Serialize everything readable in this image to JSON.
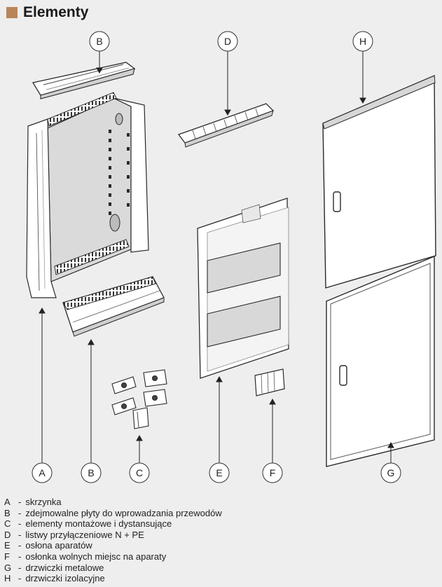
{
  "title": "Elementy",
  "colors": {
    "accent": "#b9865a",
    "background": "#eeeeee",
    "part_fill": "#ffffff",
    "part_shadow": "#d6d6d6",
    "line": "#2a2a2a"
  },
  "callouts": {
    "A": "A",
    "B_top": "B",
    "B_bottom": "B",
    "C": "C",
    "D": "D",
    "E": "E",
    "F": "F",
    "G": "G",
    "H": "H"
  },
  "legend": [
    {
      "key": "A",
      "dash": "-",
      "text": "skrzynka"
    },
    {
      "key": "B",
      "dash": "-",
      "text": "zdejmowalne płyty do wprowadzania przewodów"
    },
    {
      "key": "C",
      "dash": "-",
      "text": "elementy montażowe i dystansujące"
    },
    {
      "key": "D",
      "dash": "-",
      "text": "listwy przyłączeniowe N + PE"
    },
    {
      "key": "E",
      "dash": "-",
      "text": "osłona aparatów"
    },
    {
      "key": "F",
      "dash": "-",
      "text": "osłonka wolnych miejsc na aparaty"
    },
    {
      "key": "G",
      "dash": "-",
      "text": "drzwiczki metalowe"
    },
    {
      "key": "H",
      "dash": "-",
      "text": "drzwiczki izolacyjne"
    }
  ]
}
